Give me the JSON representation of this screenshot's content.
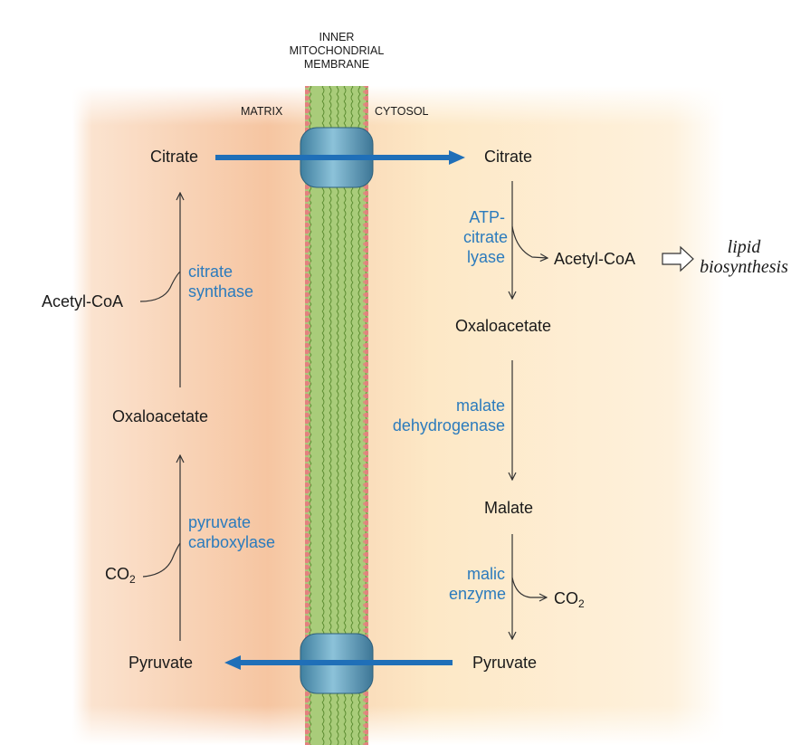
{
  "membrane": {
    "title_line1": "INNER",
    "title_line2": "MITOCHONDRIAL",
    "title_line3": "MEMBRANE",
    "matrix": "MATRIX",
    "cytosol": "CYTOSOL"
  },
  "matrix_side": {
    "citrate": "Citrate",
    "acetyl_coa": "Acetyl-CoA",
    "citrate_synthase_line1": "citrate",
    "citrate_synthase_line2": "synthase",
    "oxaloacetate": "Oxaloacetate",
    "co2_base": "CO",
    "co2_sub": "2",
    "pyruvate_carboxylase_line1": "pyruvate",
    "pyruvate_carboxylase_line2": "carboxylase",
    "pyruvate": "Pyruvate"
  },
  "cytosol_side": {
    "citrate": "Citrate",
    "atp_citrate_lyase_line1": "ATP-",
    "atp_citrate_lyase_line2": "citrate",
    "atp_citrate_lyase_line3": "lyase",
    "acetyl_coa": "Acetyl-CoA",
    "lipid_line1": "lipid",
    "lipid_line2": "biosynthesis",
    "oxaloacetate": "Oxaloacetate",
    "malate_dehydrogenase_line1": "malate",
    "malate_dehydrogenase_line2": "dehydrogenase",
    "malate": "Malate",
    "malic_enzyme_line1": "malic",
    "malic_enzyme_line2": "enzyme",
    "co2_base": "CO",
    "co2_sub": "2",
    "pyruvate": "Pyruvate"
  },
  "colors": {
    "matrix_bg": "#f6c7a4",
    "cytosol_bg": "#fde6bf",
    "membrane_green": "#8db95a",
    "membrane_head": "#e88a8a",
    "transporter": "#4f8fb2",
    "transport_arrow": "#1f6fb8",
    "enzyme_text": "#2b7bbd"
  }
}
